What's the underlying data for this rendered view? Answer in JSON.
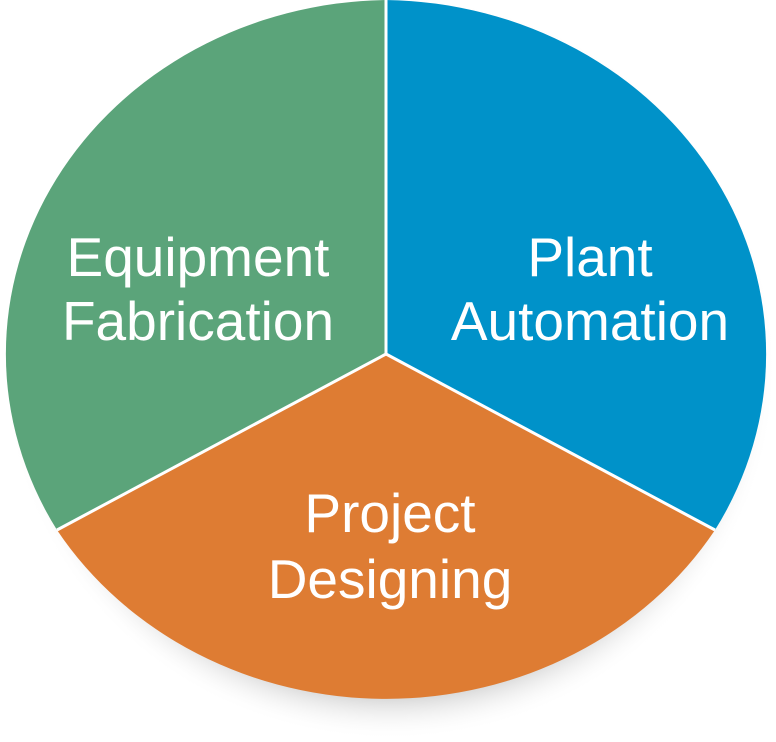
{
  "diagram": {
    "segments": [
      {
        "line1": "Equipment",
        "line2": "Fabrication",
        "color": "#5ba47a"
      },
      {
        "line1": "Plant",
        "line2": "Automation",
        "color": "#0092c9"
      },
      {
        "line1": "Project",
        "line2": "Designing",
        "color": "#de7c33"
      }
    ],
    "divider_color": "#ffffff",
    "shadow_color": "#d5d5d5"
  }
}
